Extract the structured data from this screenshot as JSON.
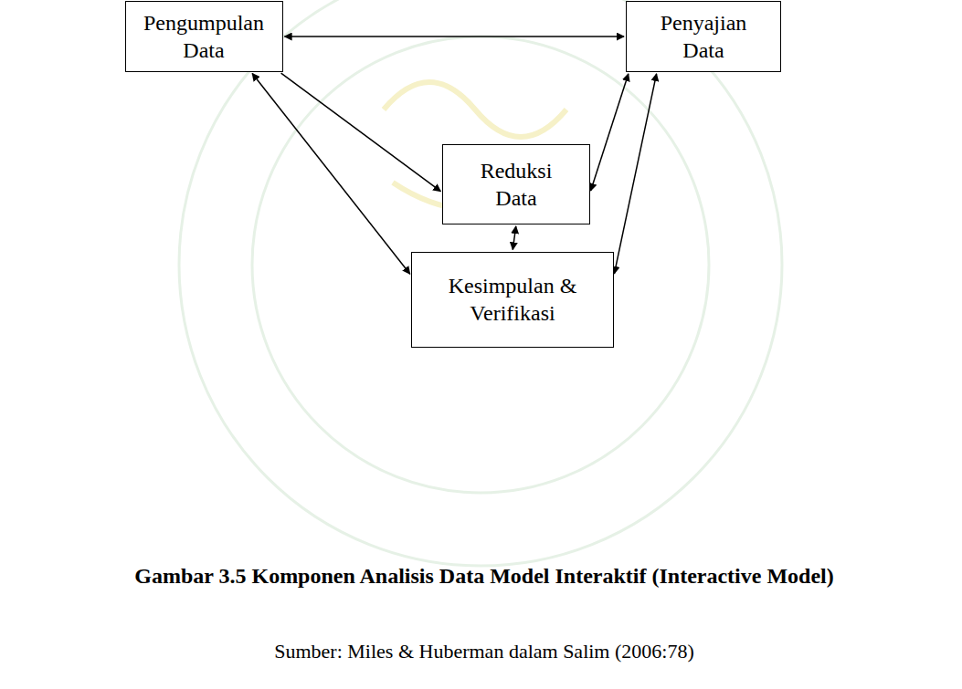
{
  "diagram": {
    "caption": "Gambar 3.5 Komponen Analisis Data Model Interaktif (Interactive Model)",
    "nodes": [
      {
        "text": [
          "Pengumpulan Data"
        ]
      },
      {
        "text": [
          "Penyajian Data"
        ]
      },
      {
        "text": [
          "Reduksi Data"
        ]
      },
      {
        "text": [
          "Kesimpulan & Verifikasi"
        ]
      }
    ],
    "edges": [
      {
        "from": 0,
        "to": 1,
        "arrow": "both"
      },
      {
        "from": 0,
        "to": 2,
        "arrow": "to"
      },
      {
        "from": 1,
        "to": 2,
        "arrow": "both"
      },
      {
        "from": 0,
        "to": 3,
        "arrow": "both"
      },
      {
        "from": 2,
        "to": 3,
        "arrow": "both"
      },
      {
        "from": 1,
        "to": 3,
        "arrow": "both"
      }
    ],
    "labels": [
      "Sumber: Miles & Huberman dalam Salim (2006:78)"
    ]
  }
}
